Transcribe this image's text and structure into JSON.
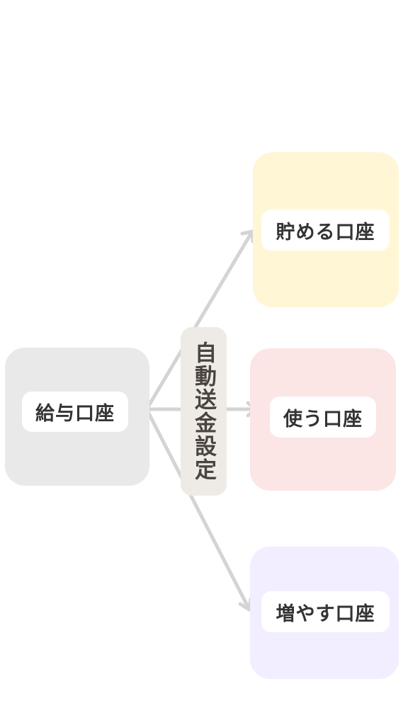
{
  "diagram": {
    "source": {
      "label": "給与口座"
    },
    "connector": {
      "label": "自動送金設定"
    },
    "targets": [
      {
        "label": "貯める口座",
        "color": "#fff6d6"
      },
      {
        "label": "使う口座",
        "color": "#fbe5e5"
      },
      {
        "label": "増やす口座",
        "color": "#f2edff"
      }
    ],
    "source_color": "#e9e9e9",
    "connector_color": "#eeeae5",
    "arrow_color": "#d4d4d4"
  }
}
